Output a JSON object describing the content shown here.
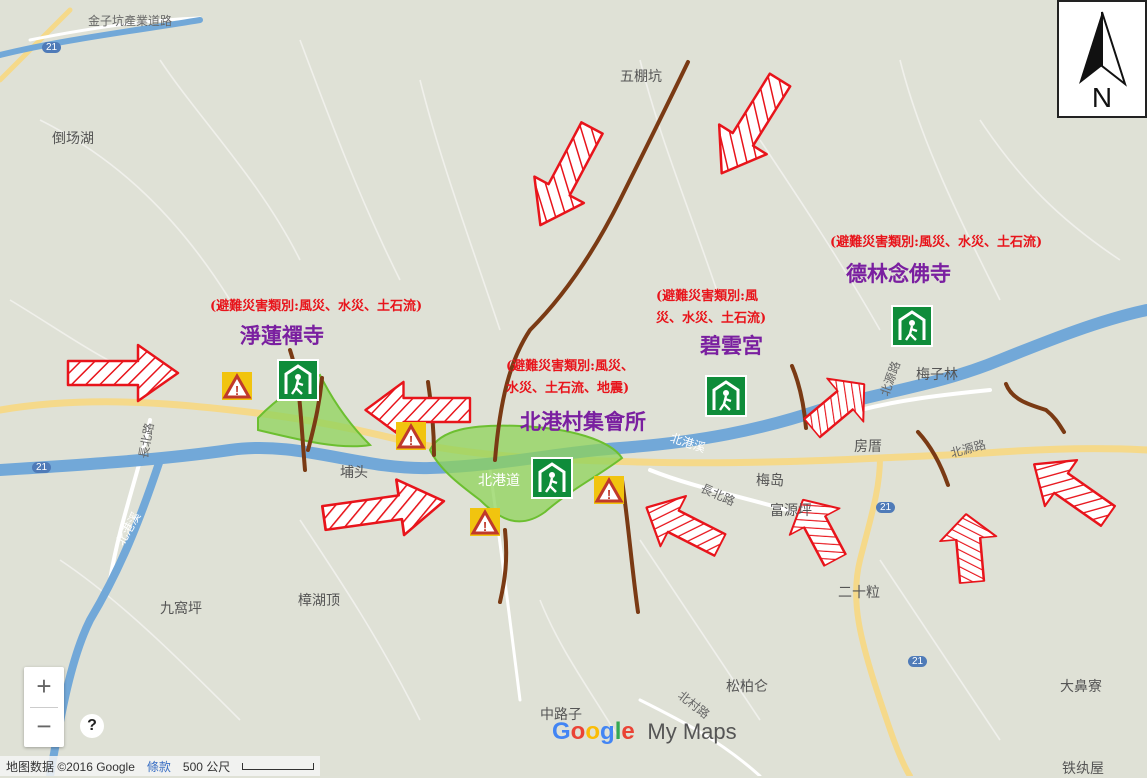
{
  "places": [
    {
      "id": "jinzaikeng-road",
      "text": "金子坑產業道路"
    },
    {
      "id": "daochanghu",
      "text": "倒场湖"
    },
    {
      "id": "wupengkeng",
      "text": "五棚坑"
    },
    {
      "id": "putou",
      "text": "埔头"
    },
    {
      "id": "beigangroad",
      "text": "北港道"
    },
    {
      "id": "beigangxi",
      "text": "北港溪"
    },
    {
      "id": "meizilin",
      "text": "梅子林"
    },
    {
      "id": "fangtang",
      "text": "房厝"
    },
    {
      "id": "meidao",
      "text": "梅岛"
    },
    {
      "id": "fuyuanping",
      "text": "富源坪"
    },
    {
      "id": "changbeilu",
      "text": "長北路"
    },
    {
      "id": "changbeilu2",
      "text": "長北路"
    },
    {
      "id": "beiyuanlu",
      "text": "北源路"
    },
    {
      "id": "beiyuanlu2",
      "text": "北源路"
    },
    {
      "id": "beigangxi2",
      "text": "北港溪"
    },
    {
      "id": "ershili",
      "text": "二十粒"
    },
    {
      "id": "jiuwoping",
      "text": "九窩坪"
    },
    {
      "id": "zhanghuding",
      "text": "樟湖顶"
    },
    {
      "id": "songbaicang",
      "text": "松柏仑"
    },
    {
      "id": "zhonglouzi",
      "text": "中路子"
    },
    {
      "id": "dabilao",
      "text": "大鼻寮"
    },
    {
      "id": "tiekuiwu",
      "text": "铁纨屋"
    },
    {
      "id": "beicunlu",
      "text": "北村路"
    }
  ],
  "routes": [
    {
      "id": "r21a",
      "text": "21"
    },
    {
      "id": "r21b",
      "text": "21"
    },
    {
      "id": "r21c",
      "text": "21"
    },
    {
      "id": "r21d",
      "text": "21"
    }
  ],
  "shelters": [
    {
      "id": "jinglian",
      "name": "淨蓮禪寺",
      "note": "(避難災害類別:風災、水災、土石流)"
    },
    {
      "id": "beigang",
      "name": "北港村集會所",
      "note_lines": [
        "(避難災害類別:風災、",
        "水災、土石流、地震)"
      ]
    },
    {
      "id": "biyun",
      "name": "碧雲宮",
      "note_lines": [
        "(避難災害類別:風",
        "災、水災、土石流)"
      ]
    },
    {
      "id": "delin",
      "name": "德林念佛寺",
      "note": "(避難災害類別:風災、水災、土石流)"
    }
  ],
  "compass": {
    "letter": "N"
  },
  "controls": {
    "zoom_in": "+",
    "zoom_out": "−",
    "help": "?"
  },
  "branding": {
    "google": "Google",
    "my_maps": "My Maps"
  },
  "footer": {
    "data": "地图数据 ©2016 Google",
    "terms": "條款",
    "scale": "500 公尺"
  },
  "colors": {
    "hazard_line": "#7a3a14",
    "arrow_stroke": "#e8141b",
    "shelter_green": "#0f8c3a",
    "risk_area": "#8fd35a",
    "river": "#72a8d8",
    "road": "#f5d98a",
    "note": "#e8141b",
    "shelter_name": "#7a1fa0"
  }
}
